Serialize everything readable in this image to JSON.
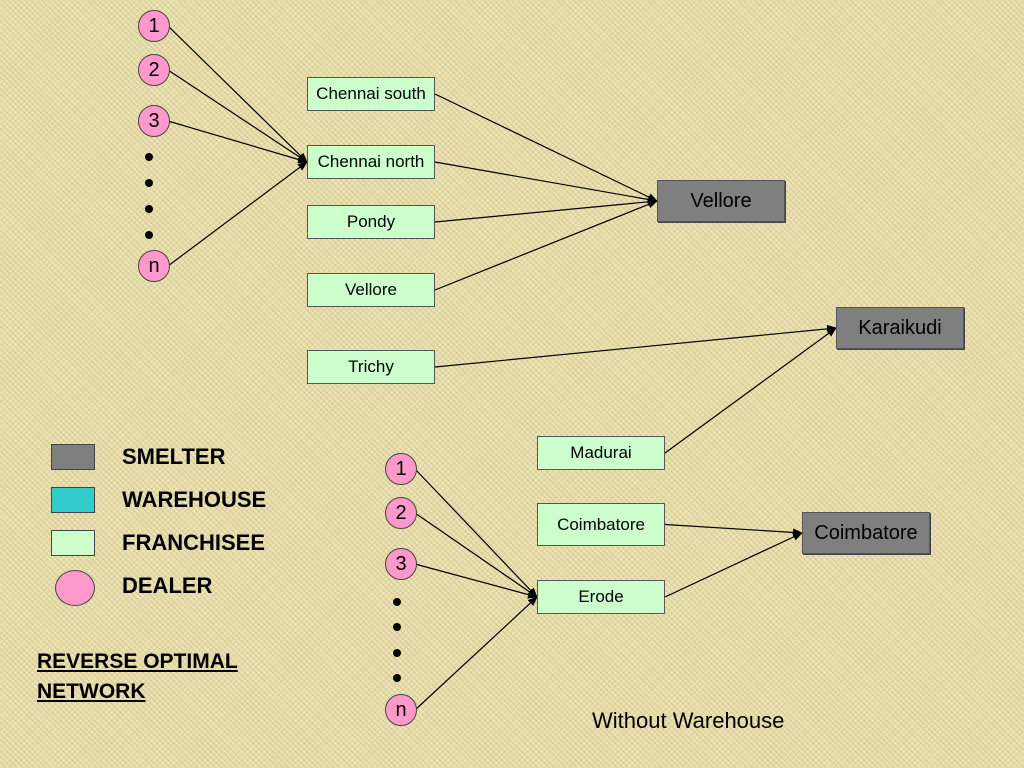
{
  "title": [
    "REVERSE OPTIMAL",
    "NETWORK"
  ],
  "caption": "Without Warehouse",
  "colors": {
    "smelter": "#7f7f7f",
    "warehouse": "#33cccc",
    "franchisee": "#ccffcc",
    "dealer": "#ff99cc"
  },
  "legend": [
    {
      "label": "SMELTER",
      "kind": "smelter"
    },
    {
      "label": "WAREHOUSE",
      "kind": "warehouse"
    },
    {
      "label": "FRANCHISEE",
      "kind": "franchisee"
    },
    {
      "label": "DEALER",
      "kind": "dealer"
    }
  ],
  "dealer_groups": [
    {
      "labels": [
        "1",
        "2",
        "3",
        "n"
      ],
      "target": "chennai-north"
    },
    {
      "labels": [
        "1",
        "2",
        "3",
        "n"
      ],
      "target": "erode"
    }
  ],
  "franchisees": [
    {
      "id": "chennai-south",
      "label": "Chennai south"
    },
    {
      "id": "chennai-north",
      "label": "Chennai north"
    },
    {
      "id": "pondy",
      "label": "Pondy"
    },
    {
      "id": "vellore-f",
      "label": "Vellore"
    },
    {
      "id": "trichy",
      "label": "Trichy"
    },
    {
      "id": "madurai",
      "label": "Madurai"
    },
    {
      "id": "coimbatore-f",
      "label": "Coimbatore"
    },
    {
      "id": "erode",
      "label": "Erode"
    }
  ],
  "smelters": [
    {
      "id": "vellore-s",
      "label": "Vellore"
    },
    {
      "id": "karaikudi",
      "label": "Karaikudi"
    },
    {
      "id": "coimbatore-s",
      "label": "Coimbatore"
    }
  ],
  "edges": [
    [
      "chennai-south",
      "vellore-s"
    ],
    [
      "chennai-north",
      "vellore-s"
    ],
    [
      "pondy",
      "vellore-s"
    ],
    [
      "vellore-f",
      "vellore-s"
    ],
    [
      "trichy",
      "karaikudi"
    ],
    [
      "madurai",
      "karaikudi"
    ],
    [
      "coimbatore-f",
      "coimbatore-s"
    ],
    [
      "erode",
      "coimbatore-s"
    ]
  ]
}
